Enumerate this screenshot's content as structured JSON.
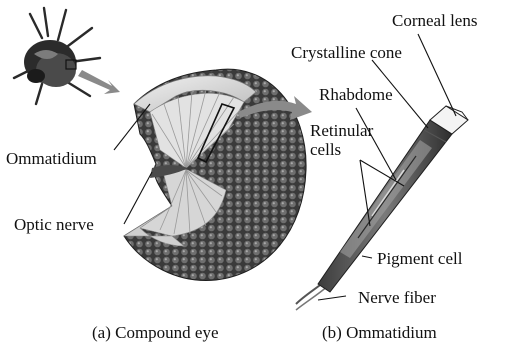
{
  "labels": {
    "corneal_lens": "Corneal lens",
    "crystalline_cone": "Crystalline cone",
    "rhabdome": "Rhabdome",
    "retinular_cells": "Retinular\ncells",
    "ommatidium": "Ommatidium",
    "optic_nerve": "Optic nerve",
    "pigment_cell": "Pigment cell",
    "nerve_fiber": "Nerve fiber"
  },
  "captions": {
    "a": "(a) Compound eye",
    "b": "(b) Ommatidium"
  },
  "icons": [
    "fly-icon",
    "compound-eye-hemisphere",
    "ommatidium-detail"
  ],
  "colors": {
    "ink": "#111111",
    "facet_dark": "#2b2b2b",
    "facet_mid": "#5a5a5a",
    "interior_light": "#dcdcdc",
    "arrow": "#8a8a8a"
  }
}
